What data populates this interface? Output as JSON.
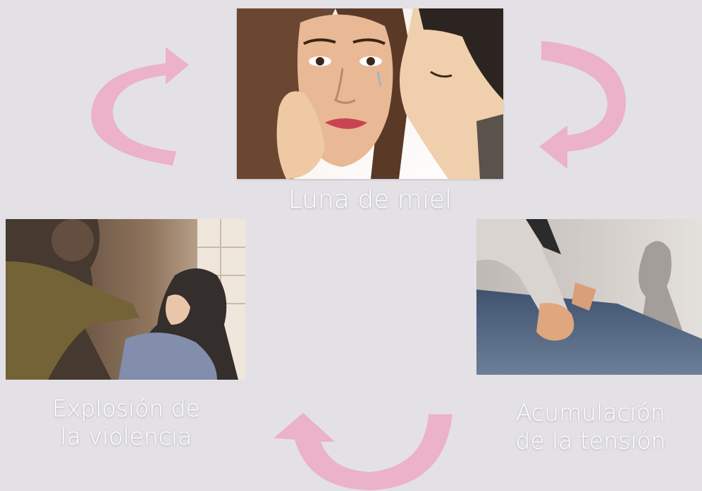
{
  "labels": {
    "honeymoon": "Luna de miel",
    "explosion_line1": "Explosión de",
    "explosion_line2": "la violencia",
    "tension_line1": "Acumulación",
    "tension_line2": "de la tensión"
  },
  "colors": {
    "background": "#e3e1e6",
    "arrow": "#ebb2ca",
    "label_text": "#ffffff"
  },
  "icons": [
    "curved-arrow-icon"
  ]
}
